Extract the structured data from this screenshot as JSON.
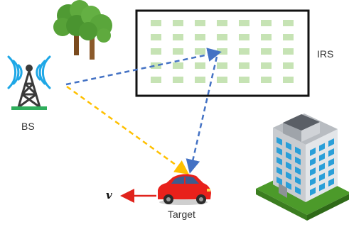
{
  "labels": {
    "bs": "BS",
    "irs": "IRS",
    "target": "Target",
    "velocity": "v"
  },
  "icons": {
    "base_station": "antenna-tower-icon",
    "trees": "trees-icon",
    "building": "building-icon",
    "car": "car-icon"
  },
  "colors": {
    "irs_element": "#c6e3b4",
    "bs_irs_link": "#4472c4",
    "irs_target_link": "#4472c4",
    "bs_target_link": "#ffc000",
    "velocity_arrow": "#e0231c",
    "car_body": "#e8211b",
    "signal_waves": "#1ea7e6",
    "tower": "#3a3a3a",
    "tree_foliage": "#5faa3e",
    "building": "#d6d9dc",
    "windows": "#2a9fd8"
  },
  "irs_grid": {
    "rows": 5,
    "cols": 7
  }
}
